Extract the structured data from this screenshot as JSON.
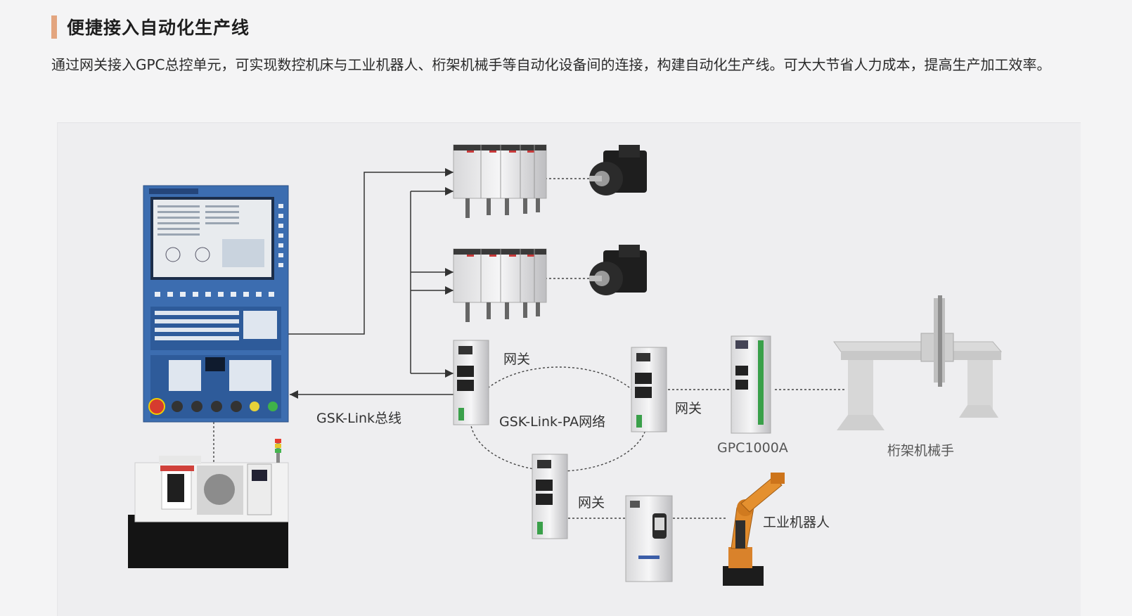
{
  "header": {
    "title": "便捷接入自动化生产线",
    "accent_color": "#e3a57f"
  },
  "description": "通过网关接入GPC总控单元，可实现数控机床与工业机器人、桁架机械手等自动化设备间的连接，构建自动化生产线。可大大节省人力成本，提高生产加工效率。",
  "diagram": {
    "labels": {
      "gsk_link_bus": "GSK-Link总线",
      "gsk_link_pa_network": "GSK-Link-PA网络",
      "gateway_1": "网关",
      "gateway_2": "网关",
      "gateway_3": "网关",
      "gpc1000a": "GPC1000A",
      "gantry_manipulator": "桁架机械手",
      "industrial_robot": "工业机器人"
    },
    "colors": {
      "cnc_panel": "#3c6db0",
      "robot_orange": "#e08a2b",
      "line": "#333333"
    },
    "devices": [
      "cnc-controller",
      "cnc-lathe",
      "servo-drive-group",
      "servo-motor",
      "gateway",
      "gpc-controller",
      "gantry-manipulator",
      "robot-control-cabinet",
      "industrial-robot"
    ]
  }
}
